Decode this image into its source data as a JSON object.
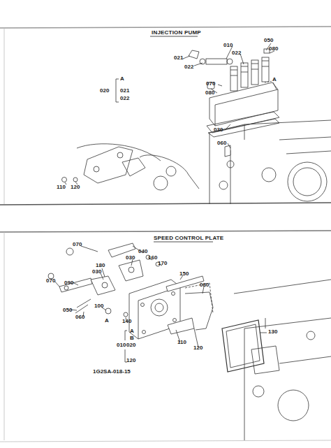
{
  "diagram": {
    "title": "INJECTION PUMP",
    "labels": [
      "021",
      "010",
      "022",
      "050",
      "080",
      "022",
      "070",
      "080",
      "A",
      "A",
      "020",
      "021",
      "022",
      "030",
      "060",
      "110",
      "120",
      "SPEED CONTROL PLATE",
      "070",
      "070",
      "180",
      "030",
      "040",
      "160",
      "170",
      "030",
      "090",
      "150",
      "080",
      "050",
      "100",
      "060",
      "A",
      "140",
      "A",
      "B",
      "010",
      "020",
      "120",
      "110",
      "120",
      "130",
      "1G2SA-018-15"
    ]
  }
}
